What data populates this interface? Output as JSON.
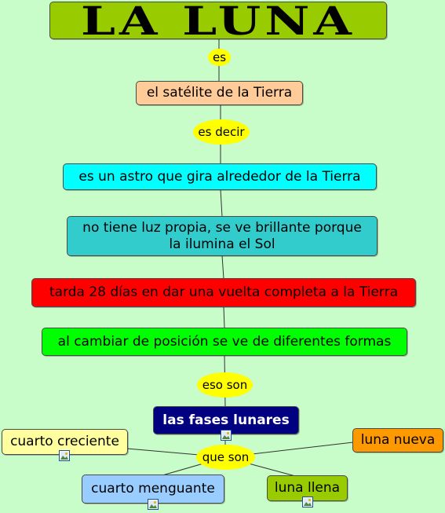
{
  "title": "LA LUNA",
  "links": {
    "es": "es",
    "es_decir": "es decir",
    "eso_son": "eso son",
    "que_son": "que son"
  },
  "concepts": {
    "satelite": "el satélite de la Tierra",
    "astro": "es un astro que gira alrededor de la Tierra",
    "luz_line1": "no tiene luz propia, se ve brillante porque",
    "luz_line2": "la ilumina el Sol",
    "tarda": "tarda 28 días en dar una vuelta completa a la Tierra",
    "cambiar": "al cambiar de posición se ve de diferentes formas",
    "fases": "las fases lunares",
    "creciente": "cuarto creciente",
    "menguante": "cuarto menguante",
    "llena": "luna llena",
    "nueva": "luna nueva"
  },
  "icons": {
    "attached_image": "image-icon"
  },
  "colors": {
    "background": "#c8fcc8",
    "title": "#99cc00",
    "link_oval": "#ffff00",
    "satelite": "#ffcc99",
    "astro": "#00ffff",
    "luz": "#33cccc",
    "tarda": "#ff0000",
    "cambiar": "#00ff00",
    "fases": "#000080",
    "creciente": "#ffffa0",
    "menguante": "#99ccff",
    "llena": "#99cc00",
    "nueva": "#ff9900"
  }
}
